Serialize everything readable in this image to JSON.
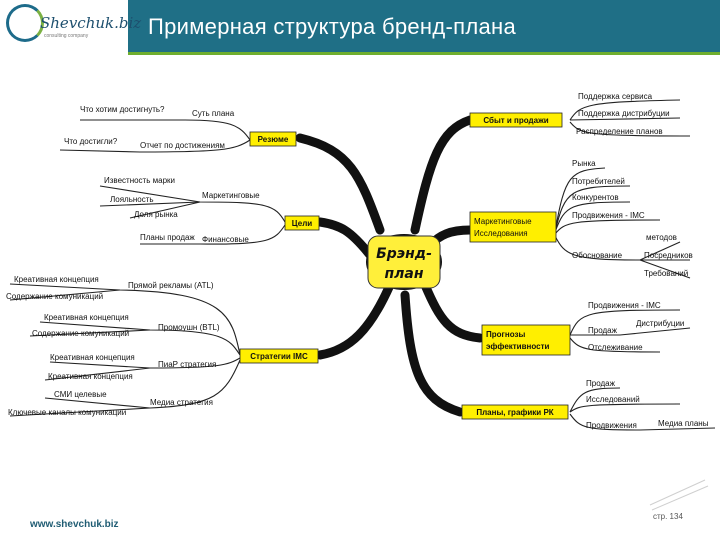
{
  "header": {
    "title": "Примерная структура бренд-плана",
    "logo_text": "Shevchuk.biz",
    "logo_sub": "consulting company"
  },
  "footer": {
    "url": "www.shevchuk.biz",
    "page": "стр. 134"
  },
  "mindmap": {
    "center": [
      "Брэнд-",
      "план"
    ],
    "left": [
      {
        "label": "Резюме",
        "children": [
          "Суть плана",
          "Отчет по достижениям"
        ],
        "leaves": [
          "Что хотим достигнуть?",
          "Что достигли?"
        ]
      },
      {
        "label": "Цели",
        "children": [
          "Маркетинговые",
          "Финансовые"
        ],
        "leaves": [
          "Известность марки",
          "Лояльность",
          "Доля рынка",
          "Планы продаж"
        ]
      },
      {
        "label": "Стратегии IMC",
        "children": [
          "Прямой рекламы (ATL)",
          "Промоушн (BTL)",
          "ПиаР стратегия",
          "Медиа стратегия"
        ],
        "leaves": [
          "Креативная концепция",
          "Содержание комуникаций",
          "Креативная концепция",
          "Содержание комуникаций",
          "Креативная концепция",
          "Креативная концепция",
          "СМИ целевые",
          "Ключевые каналы комуникации"
        ]
      }
    ],
    "right": [
      {
        "label": "Сбыт и продажи",
        "children": [
          "Поддержка сервиса",
          "Поддержка дистрибуции",
          "Распределение планов"
        ]
      },
      {
        "label": [
          "Маркетинговые",
          "Исследования"
        ],
        "children": [
          "Рынка",
          "Потребителей",
          "Конкурентов",
          "Продвижения - IMC",
          "Обоснование"
        ],
        "leaves": [
          "методов",
          "Посредников",
          "Требований"
        ]
      },
      {
        "label": [
          "Прогнозы",
          "эффективности"
        ],
        "children": [
          "Продвижения - IMC",
          "Продаж",
          "Отслеживание"
        ],
        "leaves": [
          "Дистрибуции"
        ]
      },
      {
        "label": "Планы, графики РК",
        "children": [
          "Продаж",
          "Исследований",
          "Продвижения"
        ],
        "leaves": [
          "Медиа планы"
        ]
      }
    ]
  }
}
